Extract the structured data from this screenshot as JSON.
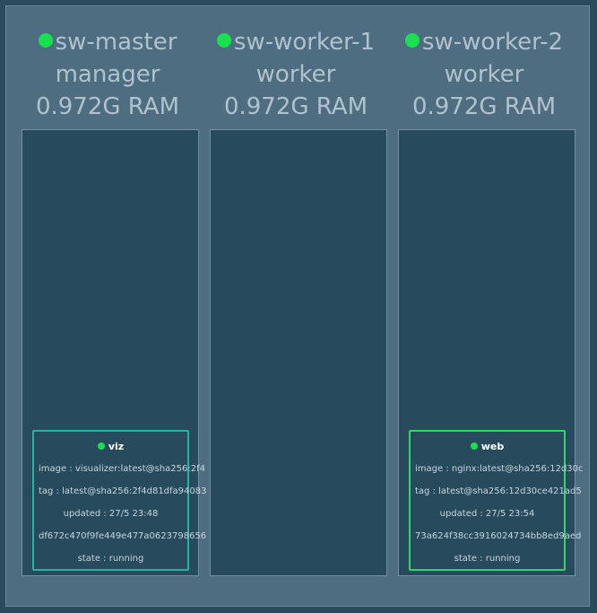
{
  "nodes": [
    {
      "name": "sw-master",
      "role": "manager",
      "ram": "0.972G RAM",
      "status_color": "#19e04e",
      "containers": [
        {
          "name": "viz",
          "image": "image : visualizer:latest@sha256:2f4",
          "tag": "tag : latest@sha256:2f4d81dfa94083",
          "updated": "updated : 27/5 23:48",
          "id": "df672c470f9fe449e477a0623798656",
          "state": "state : running",
          "border_color": "#26b3a4"
        }
      ]
    },
    {
      "name": "sw-worker-1",
      "role": "worker",
      "ram": "0.972G RAM",
      "status_color": "#19e04e",
      "containers": []
    },
    {
      "name": "sw-worker-2",
      "role": "worker",
      "ram": "0.972G RAM",
      "status_color": "#19e04e",
      "containers": [
        {
          "name": "web",
          "image": "image : nginx:latest@sha256:12d30c",
          "tag": "tag : latest@sha256:12d30ce421ad5",
          "updated": "updated : 27/5 23:54",
          "id": "73a624f38cc3916024734bb8ed9aed",
          "state": "state : running",
          "border_color": "#30d86a"
        }
      ]
    }
  ]
}
